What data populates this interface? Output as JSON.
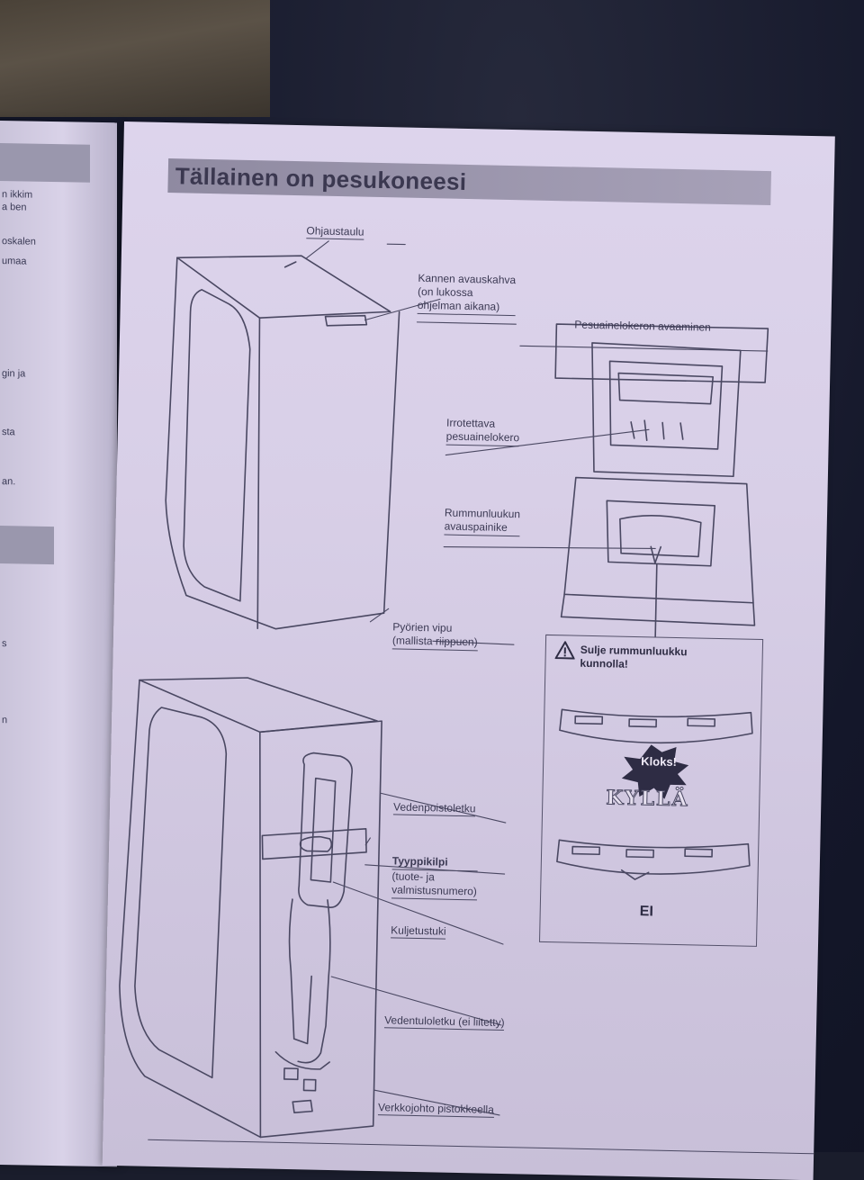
{
  "page": {
    "title": "Tällainen on pesukoneesi"
  },
  "labels": {
    "ohjaustaulu": "Ohjaustaulu",
    "kannen_1": "Kannen avauskahva",
    "kannen_2": "(on lukossa",
    "kannen_3": "ohjelman aikana)",
    "pesuaine_avaaminen": "Pesuainelokeron avaaminen",
    "irrotettava_1": "Irrotettava",
    "irrotettava_2": "pesuainelokero",
    "rummun_1": "Rummunluukun",
    "rummun_2": "avauspainike",
    "pyorien_1": "Pyörien vipu",
    "pyorien_2": "(mallista riippuen)",
    "vedenpoisto": "Vedenpoistoletku",
    "tyyppikilpi_1": "Tyyppikilpi",
    "tyyppikilpi_2": "(tuote- ja",
    "tyyppikilpi_3": "valmistusnumero)",
    "kuljetustuki": "Kuljetustuki",
    "vedentulo": "Vedentuloletku (ei liitetty)",
    "verkkojohto": "Verkkojohto pistokkeella"
  },
  "warning": {
    "line1": "Sulje rummunluukku",
    "line2": "kunnolla!",
    "klok": "Kloks!",
    "kylla": "KYLLÄ",
    "ei": "EI"
  },
  "left_sheet": {
    "fragments": [
      "n ikkim",
      "a ben",
      "oskalen",
      "umaa",
      "gin ja",
      "sta",
      "an.",
      "s",
      "n"
    ]
  }
}
